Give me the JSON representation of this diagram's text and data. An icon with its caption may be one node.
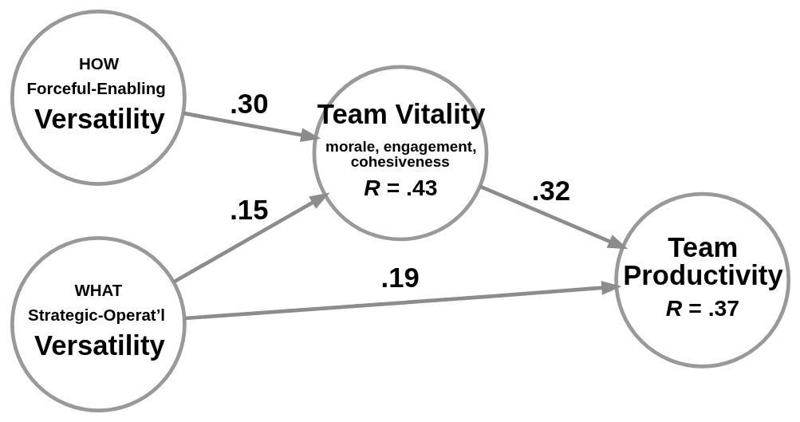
{
  "diagram": {
    "nodes": [
      {
        "text": [
          "HOW",
          "Forceful-Enabling",
          "Versatility"
        ]
      },
      {
        "text": [
          "WHAT",
          "Strategic-Operat’l",
          "Versatility"
        ]
      },
      {
        "text": [
          "Team Vitality",
          "morale, engagement, cohesiveness",
          "*R* = .43"
        ]
      },
      {
        "text": [
          "Team Productivity",
          "*R* = .37"
        ]
      }
    ],
    "edges": [
      {
        "from": 0,
        "to": 2,
        "arrow": "to",
        "label": ".30"
      },
      {
        "from": 1,
        "to": 2,
        "arrow": "to",
        "label": ".15"
      },
      {
        "from": 2,
        "to": 3,
        "arrow": "to",
        "label": ".32"
      },
      {
        "from": 1,
        "to": 3,
        "arrow": "to",
        "label": ".19"
      }
    ]
  }
}
